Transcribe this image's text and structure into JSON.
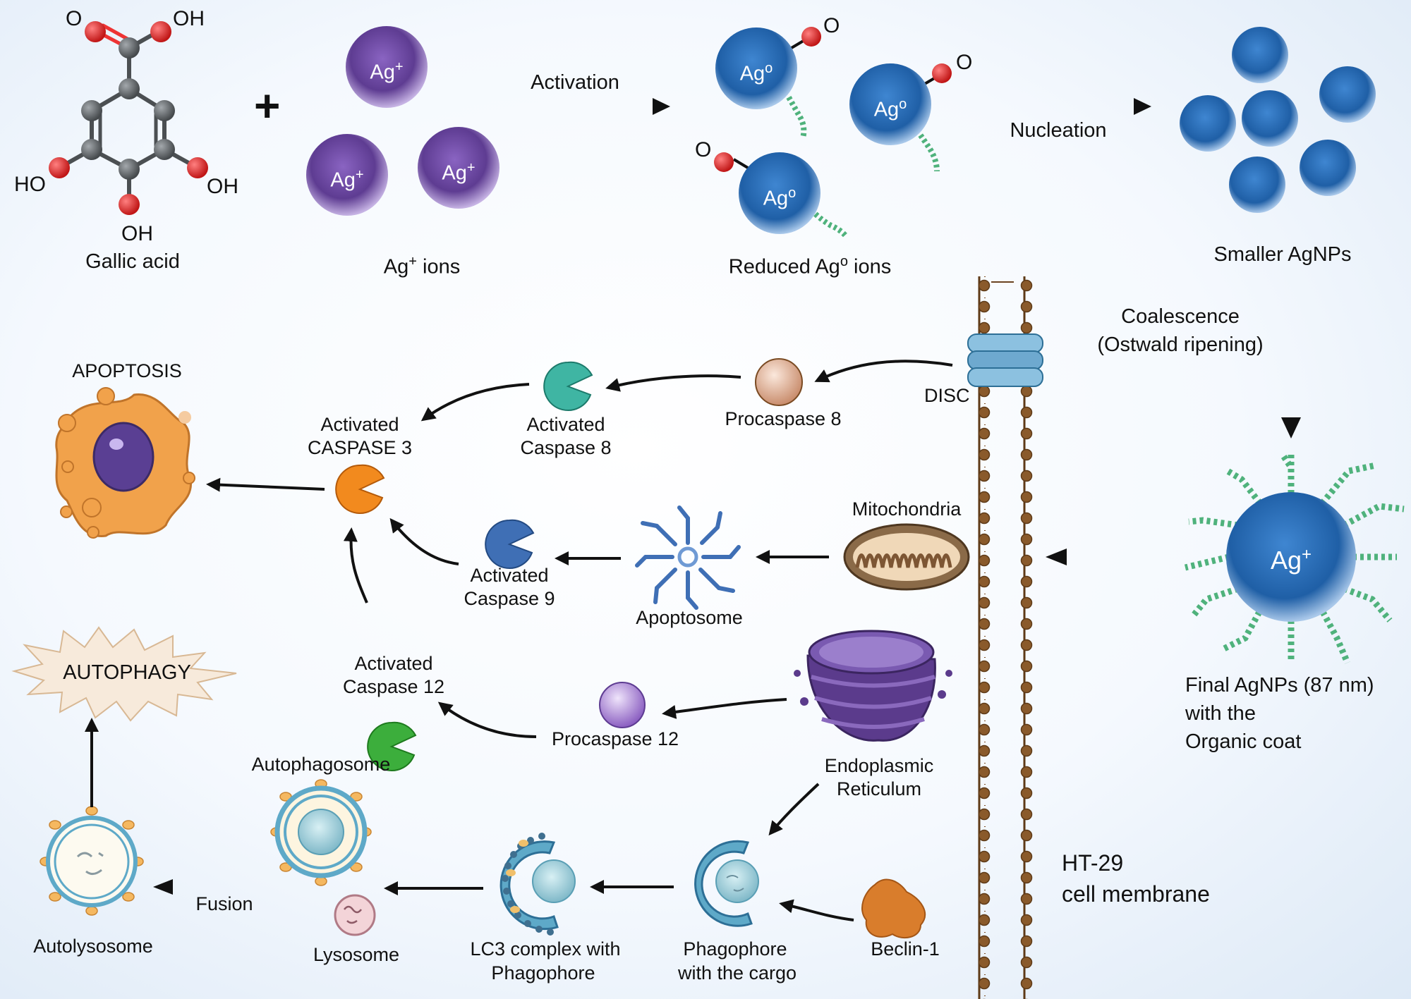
{
  "top": {
    "gallic_acid": {
      "label": "Gallic acid",
      "atoms": {
        "o_top": "O",
        "oh_top": "OH",
        "ho_left": "HO",
        "oh_right": "OH",
        "oh_bottom": "OH"
      }
    },
    "plus": "+",
    "ag_ion": {
      "symbol": "Ag",
      "charge": "+"
    },
    "ag_ions_label": {
      "main": "Ag",
      "sup": "+",
      "rest": " ions"
    },
    "activation": "Activation",
    "ag0": {
      "symbol": "Ag",
      "charge": "o"
    },
    "oxygen": "O",
    "reduced_label": {
      "main": "Reduced Ag",
      "sup": "o",
      "rest": " ions"
    },
    "nucleation": "Nucleation",
    "smaller_label": "Smaller AgNPs"
  },
  "right": {
    "coalescence_1": "Coalescence",
    "coalescence_2": "(Ostwald ripening)",
    "final_ion": {
      "symbol": "Ag",
      "charge": "+"
    },
    "final_1": "Final AgNPs (87 nm)",
    "final_2": "with the",
    "final_3": "Organic coat"
  },
  "membrane": {
    "disc": "DISC",
    "name_1": "HT-29",
    "name_2": "cell membrane"
  },
  "pathway": {
    "procaspase8": "Procaspase 8",
    "act_casp8_1": "Activated",
    "act_casp8_2": "Caspase 8",
    "act_casp3_1": "Activated",
    "act_casp3_2": "CASPASE 3",
    "apoptosis": "APOPTOSIS",
    "mitochondria": "Mitochondria",
    "apoptosome": "Apoptosome",
    "act_casp9_1": "Activated",
    "act_casp9_2": "Caspase 9",
    "act_casp12_1": "Activated",
    "act_casp12_2": "Caspase 12",
    "procaspase12": "Procaspase 12",
    "er_1": "Endoplasmic",
    "er_2": "Reticulum"
  },
  "autophagy": {
    "title": "AUTOPHAGY",
    "beclin": "Beclin-1",
    "phagophore_1": "Phagophore",
    "phagophore_2": "with the cargo",
    "lc3_1": "LC3 complex with",
    "lc3_2": "Phagophore",
    "autophagosome": "Autophagosome",
    "lysosome": "Lysosome",
    "fusion": "Fusion",
    "autolysosome": "Autolysosome"
  },
  "colors": {
    "ag_ion_purple": "#5e3c92",
    "ag0_blue": "#1f5fa6",
    "oxygen_red": "#d21f1f",
    "carbon_gray": "#5e6367",
    "coat_green": "#4fb27c",
    "membrane_brown": "#7a4a22",
    "channel_blue": "#6ea9cf",
    "caspase8_teal": "#3fb5a3",
    "caspase3_orange": "#f28a1e",
    "caspase9_blue": "#3f6fb5",
    "caspase12_green": "#3cae3c",
    "procaspase8_tan": "#d9a98a",
    "procaspase12_violet": "#9b70c9",
    "apoptosis_orange": "#f1a24b",
    "beclin_orange": "#d97d2c"
  }
}
